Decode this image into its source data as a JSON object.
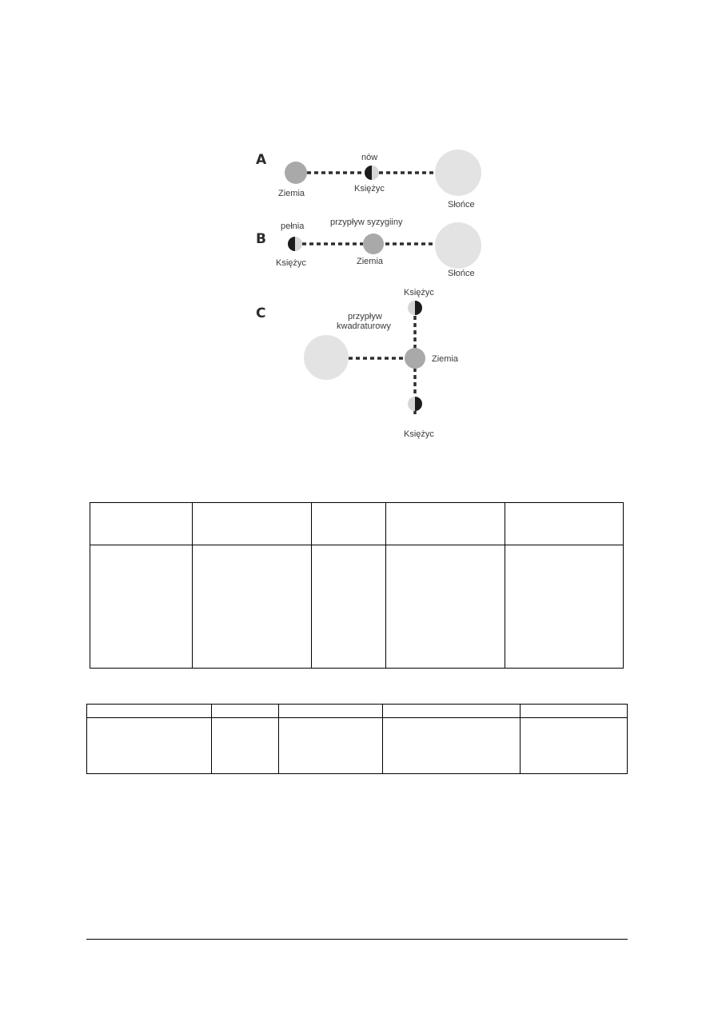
{
  "figure": {
    "panels": [
      {
        "letter": "A",
        "labels": {
          "earth": "Ziemia",
          "moon_phase": "nów",
          "moon": "Księżyc",
          "sun": "Słońce"
        }
      },
      {
        "letter": "B",
        "labels": {
          "moon_phase": "pełnia",
          "moon": "Księżyc",
          "tide": "przypływ syzygiiny",
          "earth": "Ziemia",
          "sun": "Słońce"
        }
      },
      {
        "letter": "C",
        "labels": {
          "moon_top": "Księżyc",
          "tide_line1": "przypływ",
          "tide_line2": "kwadraturowy",
          "earth": "Ziemia",
          "moon_bottom": "Księżyc"
        }
      }
    ],
    "colors": {
      "sun": "#e3e3e3",
      "earth": "#a9a9a9",
      "moon_dark": "#1c1c1c",
      "moon_light": "#d6d6d6",
      "line": "#2e2e2e"
    }
  },
  "tables": {
    "table1": {
      "columns": 5,
      "rows": 2
    },
    "table2": {
      "columns": 5,
      "rows": 2
    }
  }
}
